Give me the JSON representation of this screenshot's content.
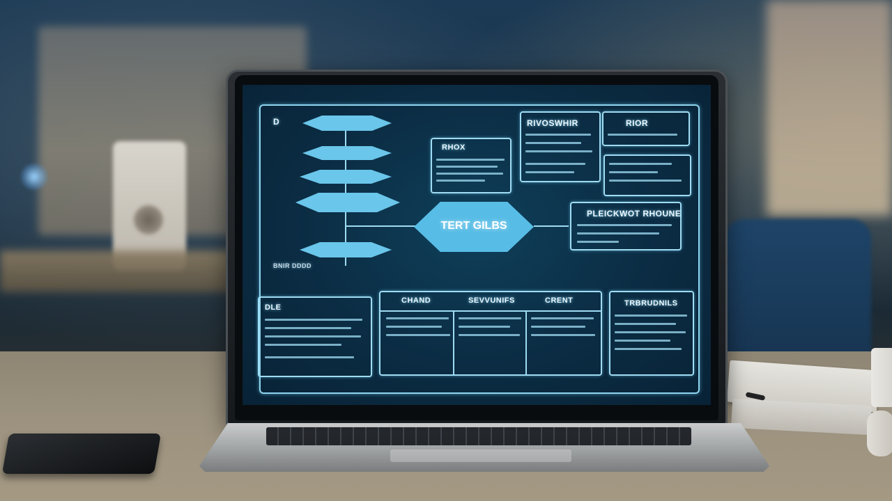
{
  "scene": {
    "description_type": "photo",
    "screen_labels": {
      "top_left_mark": "D",
      "box_top_middle_title": "RHOX",
      "box_top_right_a_title": "RIVOSWHIR",
      "box_top_right_b_title": "RIOR",
      "center_node_label": "TERT GILBS",
      "right_middle_box_title": "PLEICKWOT RHOUNE",
      "bottom_left_box_title": "DLE",
      "table_headers": [
        "CHAND",
        "SEVVUNIFS",
        "CRENT"
      ],
      "bottom_right_box_title": "TRBRUDNILS",
      "annotation_text": "BNIR DDDD"
    }
  },
  "colors": {
    "screen_bg": "#0b2c43",
    "line_color": "#9fdcf3",
    "diamond_fill": "#6ac6ea"
  }
}
